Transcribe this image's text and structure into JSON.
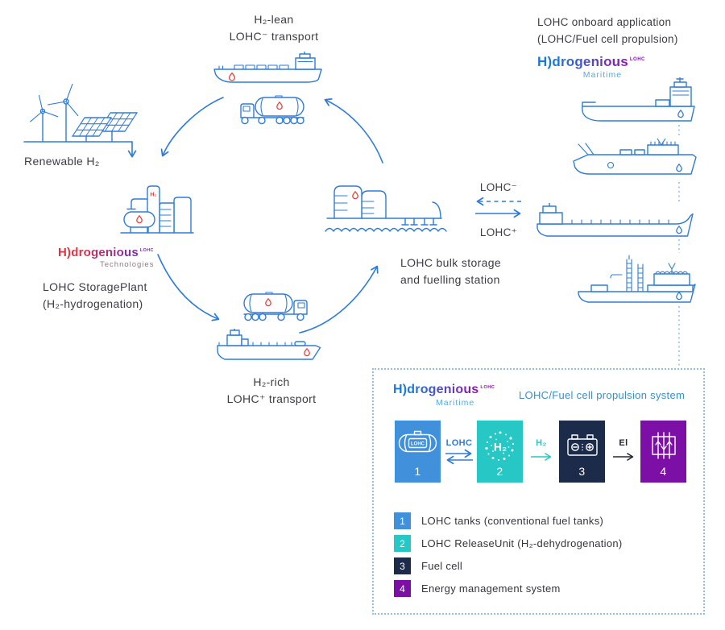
{
  "colors": {
    "line_blue": "#2e7cd9",
    "droplet_red": "#e8413c",
    "text_dark": "#3c3c46",
    "title_blue": "#3a8fd0",
    "box_blue": "#4190dc",
    "box_teal": "#26c7c4",
    "box_navy": "#1d2b4b",
    "box_purple": "#7c0fa6",
    "dotted_border": "#8fc1e9"
  },
  "cycle": {
    "h2_lean": {
      "line1": "H₂-lean",
      "line2": "LOHC⁻ transport"
    },
    "renewable_label": "Renewable H₂",
    "plant_h2_label": "H₂",
    "storage_plant": {
      "line1": "LOHC StoragePlant",
      "line2": "(H₂-hydrogenation)"
    },
    "bulk_storage": {
      "line1": "LOHC bulk storage",
      "line2": "and fuelling station"
    },
    "transfer": {
      "minus": "LOHC⁻",
      "plus": "LOHC⁺"
    },
    "h2_rich": {
      "line1": "H₂-rich",
      "line2": "LOHC⁺ transport"
    }
  },
  "onboard": {
    "title_line1": "LOHC onboard application",
    "title_line2": "(LOHC/Fuel cell propulsion)"
  },
  "brand": {
    "h": "H",
    "y": ")",
    "rest": "drogenious",
    "sup": "LOHC",
    "maritime": "Maritime",
    "technologies": "Technologies"
  },
  "propulsion": {
    "title": "LOHC/Fuel cell propulsion system",
    "flow": [
      {
        "num": "1",
        "icon": "lohc-tank-icon",
        "color": "#4190dc",
        "tank_label": "LOHC"
      },
      {
        "num": "2",
        "icon": "h2-release-icon",
        "color": "#26c7c4",
        "h2_label": "H₂"
      },
      {
        "num": "3",
        "icon": "fuel-cell-icon",
        "color": "#1d2b4b"
      },
      {
        "num": "4",
        "icon": "energy-management-icon",
        "color": "#7c0fa6"
      }
    ],
    "connectors": [
      {
        "label": "LOHC",
        "style": "double",
        "color": "#2e7cd9"
      },
      {
        "label": "H₂",
        "style": "single",
        "color": "#26c7c4"
      },
      {
        "label": "El",
        "style": "single",
        "color": "#222833"
      }
    ],
    "legend": [
      {
        "num": "1",
        "color": "#4190dc",
        "text": "LOHC tanks (conventional fuel tanks)"
      },
      {
        "num": "2",
        "color": "#26c7c4",
        "text": "LOHC ReleaseUnit (H₂-dehydrogenation)"
      },
      {
        "num": "3",
        "color": "#1d2b4b",
        "text": "Fuel cell"
      },
      {
        "num": "4",
        "color": "#7c0fa6",
        "text": "Energy management system"
      }
    ]
  }
}
